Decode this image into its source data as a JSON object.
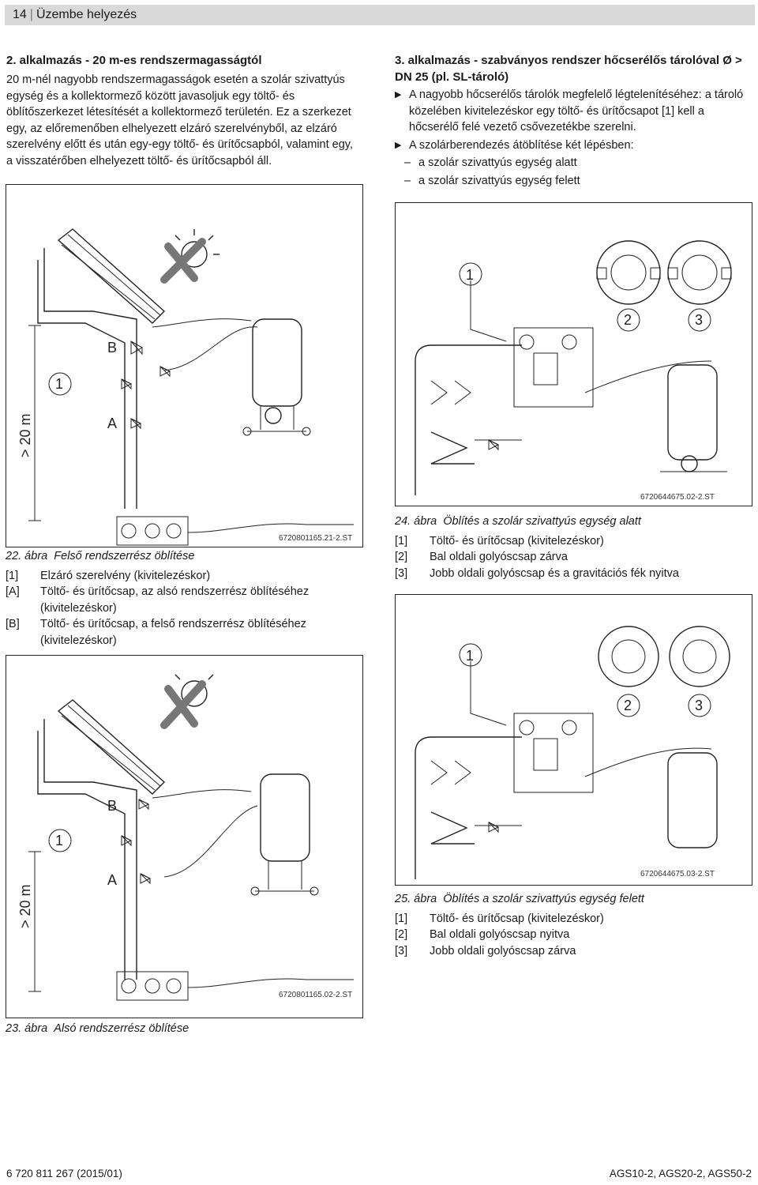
{
  "header": {
    "page_number": "14",
    "section": "Üzembe helyezés"
  },
  "left": {
    "heading": "2. alkalmazás - 20 m-es rendszermagasságtól",
    "paragraph": "20 m-nél nagyobb rendszermagasságok esetén a szolár szivattyús egység és a kollektormező között javasoljuk egy töltő- és öblítőszerkezet létesítését a kollektormező területén. Ez a szerkezet egy, az előremenőben elhelyezett elzáró szerelvényből, az elzáró szerelvény előtt és után egy-egy töltő- és ürítőcsapból, valamint egy, a visszatérőben elhelyezett töltő- és ürítőcsapból áll."
  },
  "right": {
    "heading": "3. alkalmazás - szabványos rendszer hőcserélős tárolóval Ø > DN 25 (pl. SL-tároló)",
    "bullets": [
      "A nagyobb hőcserélős tárolók megfelelő légtelenítéséhez: a tároló közelében kivitelezéskor egy töltő- és ürítőcsapot [1] kell a hőcserélő felé vezető csővezetékbe szerelni.",
      "A szolárberendezés átöblítése két lépésben:"
    ],
    "dashes": [
      "a szolár szivattyús egység alatt",
      "a szolár szivattyús egység felett"
    ]
  },
  "fig22": {
    "code": "6720801165.21-2.ST",
    "label_B": "B",
    "label_1": "1",
    "label_A": "A",
    "height_label": "> 20 m",
    "caption_num": "22. ábra",
    "caption_title": "Felső rendszerrész öblítése",
    "legend": [
      {
        "key": "[1]",
        "text": "Elzáró szerelvény (kivitelezéskor)"
      },
      {
        "key": "[A]",
        "text": "Töltő- és ürítőcsap, az alsó rendszerrész öblítéséhez (kivitelezéskor)"
      },
      {
        "key": "[B]",
        "text": "Töltő- és ürítőcsap, a felső rendszerrész öblítéséhez (kivitelezéskor)"
      }
    ]
  },
  "fig23": {
    "code": "6720801165.02-2.ST",
    "label_B": "B",
    "label_1": "1",
    "label_A": "A",
    "height_label": "> 20 m",
    "caption_num": "23. ábra",
    "caption_title": "Alsó rendszerrész öblítése"
  },
  "fig24": {
    "code": "6720644675.02-2.ST",
    "label_1": "1",
    "label_2": "2",
    "label_3": "3",
    "caption_num": "24. ábra",
    "caption_title": "Öblítés a szolár szivattyús egység alatt",
    "legend": [
      {
        "key": "[1]",
        "text": "Töltő- és ürítőcsap (kivitelezéskor)"
      },
      {
        "key": "[2]",
        "text": "Bal oldali golyóscsap zárva"
      },
      {
        "key": "[3]",
        "text": "Jobb oldali golyóscsap és a gravitációs fék nyitva"
      }
    ]
  },
  "fig25": {
    "code": "6720644675.03-2.ST",
    "label_1": "1",
    "label_2": "2",
    "label_3": "3",
    "caption_num": "25. ábra",
    "caption_title": "Öblítés a szolár szivattyús egység felett",
    "legend": [
      {
        "key": "[1]",
        "text": "Töltő- és ürítőcsap (kivitelezéskor)"
      },
      {
        "key": "[2]",
        "text": "Bal oldali golyóscsap nyitva"
      },
      {
        "key": "[3]",
        "text": "Jobb oldali golyóscsap zárva"
      }
    ]
  },
  "footer": {
    "left": "6 720 811 267 (2015/01)",
    "right": "AGS10-2, AGS20-2, AGS50-2"
  }
}
